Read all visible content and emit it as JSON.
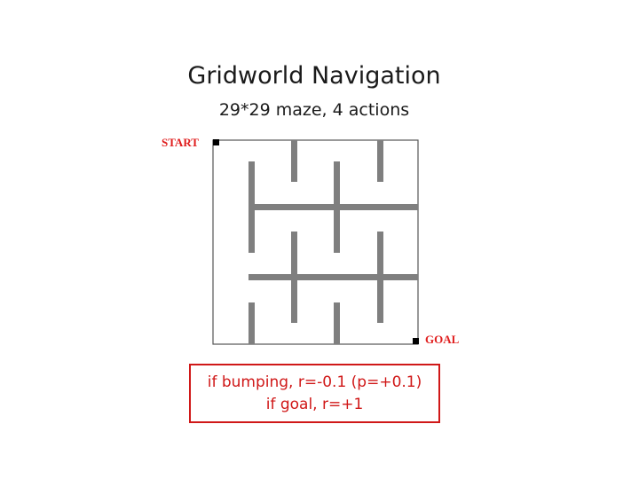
{
  "slide": {
    "title": "Gridworld Navigation",
    "subtitle": "29*29 maze, 4 actions"
  },
  "maze": {
    "start_label": "START",
    "goal_label": "GOAL",
    "colors": {
      "border": "#555555",
      "wall": "#7f7f7f",
      "marker": "#000000",
      "label": "#e01e1e"
    }
  },
  "reward_box": {
    "line1": "if bumping, r=-0.1 (p=+0.1)",
    "line2": "if goal, r=+1",
    "color": "#d01818"
  }
}
